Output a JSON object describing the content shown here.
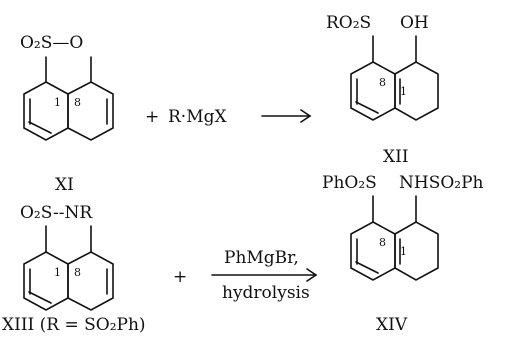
{
  "structures": [
    {
      "top_label": "O₂S—O",
      "caption": "XI",
      "ring_nums": [
        "1",
        "8"
      ]
    },
    {
      "top_label_left": "RO₂S",
      "top_label_right": "OH",
      "caption": "XII",
      "ring_nums": [
        "8",
        "1"
      ]
    },
    {
      "top_label": "O₂S--NR",
      "caption": "XIII (R = SO₂Ph)",
      "ring_nums": [
        "1",
        "8"
      ]
    },
    {
      "top_label_left": "PhO₂S",
      "top_label_right": "NHSO₂Ph",
      "caption": "XIV",
      "ring_nums": [
        "8",
        "1"
      ]
    }
  ],
  "reaction1": {
    "plus": "+",
    "reagent": "R·MgX"
  },
  "reaction2": {
    "plus": "+",
    "reagent_above": "PhMgBr,",
    "reagent_below": "hydrolysis"
  }
}
